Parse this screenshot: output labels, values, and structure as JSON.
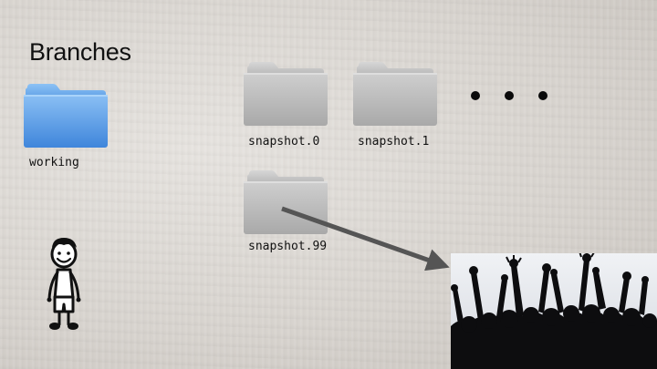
{
  "slide": {
    "title": "Branches"
  },
  "folders": {
    "working": {
      "label": "working",
      "color": "#5a9ee8"
    },
    "snapshot_0": {
      "label": "snapshot.0",
      "color": "#b8b8b8"
    },
    "snapshot_1": {
      "label": "snapshot.1",
      "color": "#b8b8b8"
    },
    "snapshot_99": {
      "label": "snapshot.99",
      "color": "#b8b8b8"
    }
  },
  "icons": {
    "ellipsis": "ellipsis-icon",
    "stick_figure": "stick-figure-icon",
    "crowd": "cheering-crowd-image",
    "arrow": "arrow-icon"
  },
  "colors": {
    "arrow": "#555555",
    "crowd_sky": "#dfe3ea"
  }
}
